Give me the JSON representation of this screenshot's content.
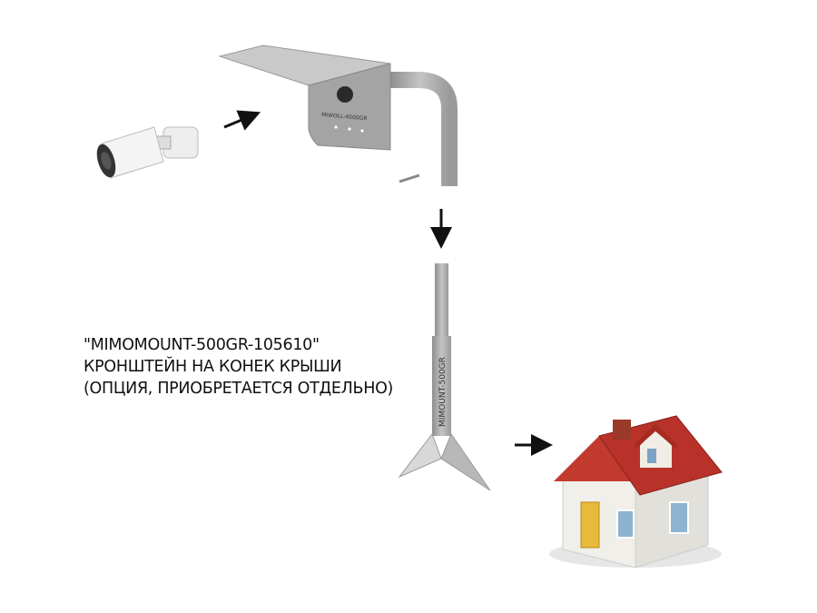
{
  "caption": {
    "line1": "\"MIMOMOUNT-500GR-105610\"",
    "line2": "КРОНШТЕЙН НА КОНЕК КРЫШИ",
    "line3": "(ОПЦИЯ, ПРИОБРЕТАЕТСЯ ОТДЕЛЬНО)"
  },
  "labels": {
    "wall_bracket": "MIWOLL-4000GR",
    "ridge_mount": "MIMOUNT-500GR"
  },
  "colors": {
    "metal": "#a9a9a9",
    "roof": "#b8322a",
    "wall": "#f1efe9",
    "door": "#e8b93a"
  }
}
